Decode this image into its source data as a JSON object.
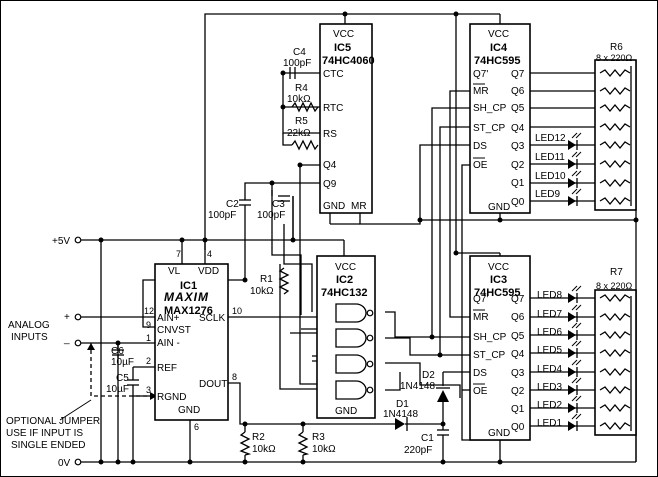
{
  "ic1": {
    "name": "IC1",
    "logo": "MAXIM",
    "part": "MAX1276",
    "vl": "VL",
    "vdd": "VDD",
    "ainp": "AIN+",
    "cnvst": "CNVST",
    "ainm": "AIN -",
    "ref": "REF",
    "rgnd": "RGND",
    "sclk": "SCLK",
    "dout": "DOUT",
    "gnd": "GND",
    "p7": "7",
    "p4": "4",
    "p12": "12",
    "p9": "9",
    "p1": "1",
    "p2": "2",
    "p3": "3",
    "p10": "10",
    "p8": "8",
    "p6": "6"
  },
  "ic2": {
    "vcc": "VCC",
    "name": "IC2",
    "part": "74HC132",
    "gnd": "GND"
  },
  "ic3": {
    "vcc": "VCC",
    "name": "IC3",
    "part": "74HC595",
    "left": [
      "Q7'",
      "MR",
      "SH_CP",
      "ST_CP",
      "DS",
      "OE"
    ],
    "right": [
      "Q7",
      "Q6",
      "Q5",
      "Q4",
      "Q3",
      "Q2",
      "Q1",
      "Q0"
    ],
    "gnd": "GND"
  },
  "ic4": {
    "vcc": "VCC",
    "name": "IC4",
    "part": "74HC595",
    "left": [
      "Q7'",
      "MR",
      "SH_CP",
      "ST_CP",
      "DS",
      "OE"
    ],
    "right": [
      "Q7",
      "Q6",
      "Q5",
      "Q4",
      "Q3",
      "Q2",
      "Q1",
      "Q0"
    ],
    "gnd": "GND"
  },
  "ic5": {
    "vcc": "VCC",
    "name": "IC5",
    "part": "74HC4060",
    "ctc": "CTC",
    "rtc": "RTC",
    "rs": "RS",
    "q4": "Q4",
    "q9": "Q9",
    "gnd": "GND",
    "mr": "MR"
  },
  "parts": {
    "c4": [
      "C4",
      "100pF"
    ],
    "r4": [
      "R4",
      "10kΩ"
    ],
    "r5": [
      "R5",
      "22kΩ"
    ],
    "c2": [
      "C2",
      "100pF"
    ],
    "c3": [
      "C3",
      "100pF"
    ],
    "r1": [
      "R1",
      "10kΩ"
    ],
    "c6": [
      "C6",
      "10µF"
    ],
    "c5": [
      "C5",
      "10µF"
    ],
    "r2": [
      "R2",
      "10kΩ"
    ],
    "r3": [
      "R3",
      "10kΩ"
    ],
    "d1": [
      "D1",
      "1N4148"
    ],
    "d2": [
      "D2",
      "1N4148"
    ],
    "c1": [
      "C1",
      "220pF"
    ],
    "r6": [
      "R6",
      "8 x 220Ω"
    ],
    "r7": [
      "R7",
      "8 x 220Ω"
    ]
  },
  "leds_top": [
    "LED12",
    "LED11",
    "LED10",
    "LED9"
  ],
  "leds_bottom": [
    "LED8",
    "LED7",
    "LED6",
    "LED5",
    "LED4",
    "LED3",
    "LED2",
    "LED1"
  ],
  "rails": {
    "vplus": "+5V",
    "zero": "0V",
    "plus": "+",
    "minus": "_"
  },
  "analog": [
    "ANALOG",
    "INPUTS"
  ],
  "note": [
    "OPTIONAL JUMPER",
    "USE IF INPUT IS",
    "SINGLE ENDED"
  ]
}
